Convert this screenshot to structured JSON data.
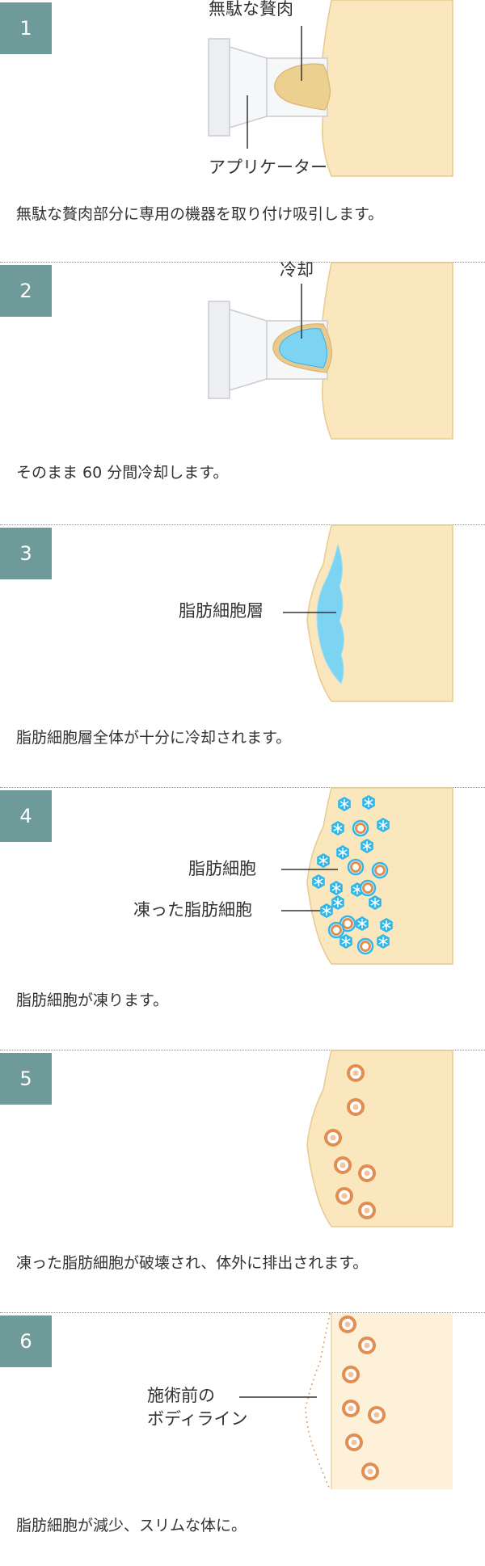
{
  "steps": [
    {
      "number": "1",
      "caption": "無駄な贅肉部分に専用の機器を取り付け吸引します。",
      "labels": {
        "fat": "無駄な贅肉",
        "applicator": "アプリケーター"
      }
    },
    {
      "number": "2",
      "caption": "そのまま 60 分間冷却します。",
      "labels": {
        "cooling": "冷却"
      }
    },
    {
      "number": "3",
      "caption": "脂肪細胞層全体が十分に冷却されます。",
      "labels": {
        "layer": "脂肪細胞層"
      }
    },
    {
      "number": "4",
      "caption": "脂肪細胞が凍ります。",
      "labels": {
        "cells": "脂肪細胞",
        "frozen": "凍った脂肪細胞"
      }
    },
    {
      "number": "5",
      "caption": "凍った脂肪細胞が破壊され、体外に排出されます。",
      "labels": {}
    },
    {
      "number": "6",
      "caption": "脂肪細胞が減少、スリムな体に。",
      "labels": {
        "before_line": "施術前の\nボディライン"
      }
    }
  ],
  "colors": {
    "badge": "#6e9a99",
    "skin": "#fbe7bd",
    "skin_edge": "#e8c98f",
    "fat_bulge": "#ecd090",
    "cold": "#7dd3f2",
    "cold_edge": "#2fb6ea",
    "cell_ring": "#e08e52",
    "divider": "#8a8a8a"
  }
}
